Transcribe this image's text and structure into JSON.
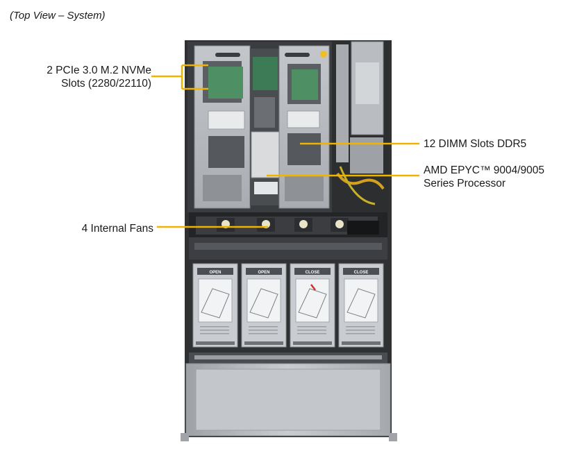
{
  "caption": "(Top View – System)",
  "callouts": {
    "nvme": {
      "line1": "2 PCIe 3.0 M.2 NVMe",
      "line2": "Slots (2280/22110)"
    },
    "dimm": {
      "line1": "12 DIMM Slots DDR5"
    },
    "cpu": {
      "line1": "AMD EPYC™ 9004/9005",
      "line2": "Series Processor"
    },
    "fans": {
      "line1": "4 Internal Fans"
    }
  },
  "drive_labels": [
    "OPEN",
    "OPEN",
    "CLOSE",
    "CLOSE"
  ],
  "colors": {
    "leader": "#f0b400",
    "chassis": "#b7babd",
    "dark": "#2a2c2e",
    "pcb": "#4f8f64"
  }
}
